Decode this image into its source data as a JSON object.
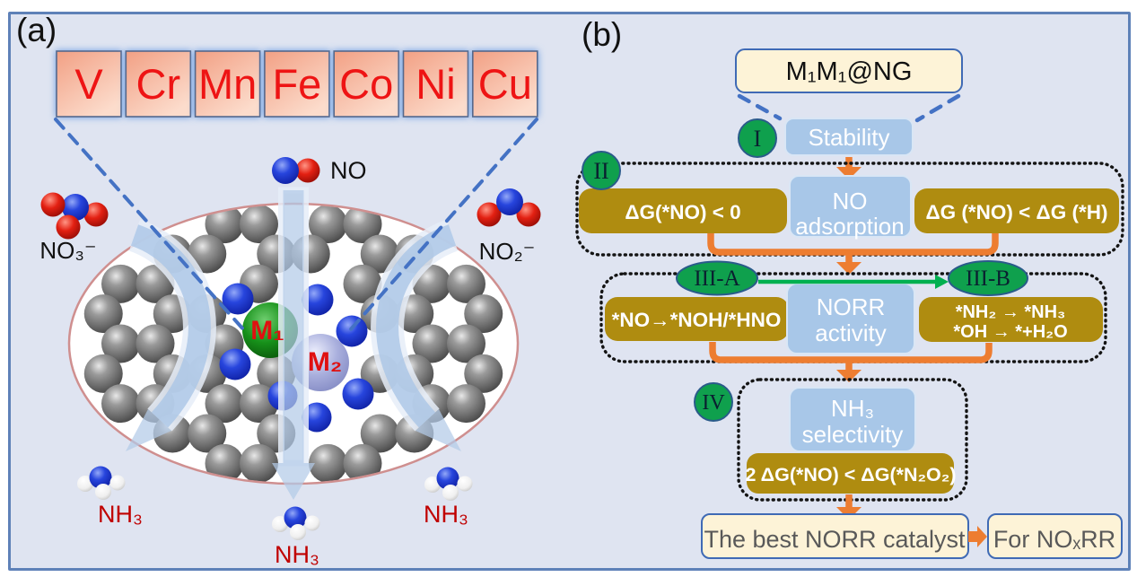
{
  "panel_a": {
    "label": "(a)",
    "elements": [
      "V",
      "Cr",
      "Mn",
      "Fe",
      "Co",
      "Ni",
      "Cu"
    ],
    "no_label": "NO",
    "no3_label": "NO₃⁻",
    "no2_label": "NO₂⁻",
    "nh3_left": "NH₃",
    "nh3_center": "NH₃",
    "nh3_right": "NH₃",
    "m1": "M₁",
    "m2": "M₂"
  },
  "panel_b": {
    "label": "(b)",
    "top_box": "M₁M₁@NG",
    "step1": {
      "badge": "I",
      "title": "Stability"
    },
    "step2": {
      "badge": "II",
      "title_l1": "NO",
      "title_l2": "adsorption",
      "left": "ΔG(*NO) < 0",
      "right": "ΔG (*NO) < ΔG (*H)"
    },
    "step3": {
      "badge_a": "III-A",
      "badge_b": "III-B",
      "title_l1": "NORR",
      "title_l2": "activity",
      "left": "*NO→*NOH/*HNO",
      "right_l1": "*NH₂ → *NH₃",
      "right_l2": "*OH → *+H₂O"
    },
    "step4": {
      "badge": "IV",
      "title_l1": "NH₃",
      "title_l2": "selectivity",
      "criterion": "2 ΔG(*NO) < ΔG(*N₂O₂)"
    },
    "result": "The best NORR catalyst",
    "target": "For NOₓRR"
  },
  "colors": {
    "background": "#dfe4f1",
    "frame_border": "#5e81b8",
    "accent_orange": "#ed7d31",
    "gold": "#af8c10",
    "flow_blue": "#a8c7e8",
    "cream": "#fdf3d7",
    "green_badge": "#0fa04d",
    "green_arrow": "#00b050",
    "dashed_blue": "#4472c4",
    "red_text": "#e01010",
    "nh3_red": "#c00000",
    "gray_text": "#595959"
  }
}
